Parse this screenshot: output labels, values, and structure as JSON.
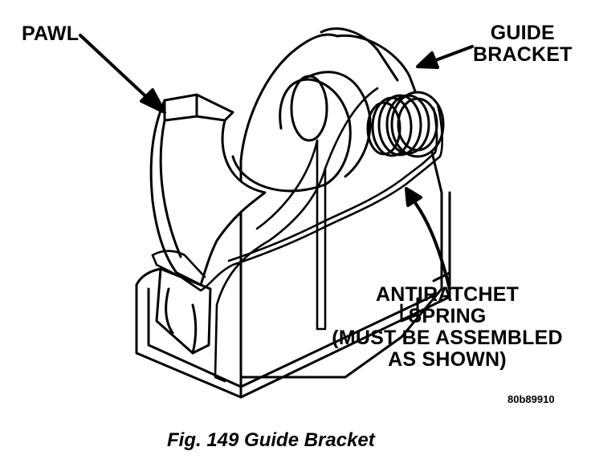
{
  "labels": {
    "pawl": "PAWL",
    "guide_line1": "GUIDE",
    "guide_line2": "BRACKET",
    "spring_line1": "ANTIRATCHET",
    "spring_line2": "SPRING",
    "spring_line3": "(MUST BE ASSEMBLED",
    "spring_line4": "AS SHOWN)"
  },
  "figure_code": "80b89910",
  "caption": "Fig. 149 Guide Bracket",
  "colors": {
    "ink": "#000000",
    "paper": "#ffffff"
  }
}
